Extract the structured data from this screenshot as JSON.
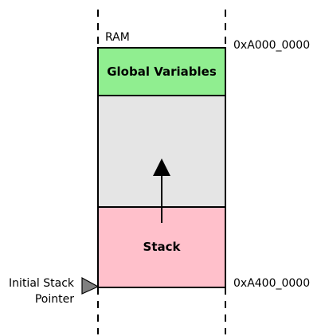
{
  "memory": {
    "title": "RAM",
    "start_address": "0xA000_0000",
    "end_address": "0xA400_0000"
  },
  "regions": {
    "globals": {
      "label": "Global Variables",
      "color": "#90ee90"
    },
    "free": {
      "label": "",
      "color": "#e5e5e5"
    },
    "stack": {
      "label": "Stack",
      "color": "#ffc0cb"
    }
  },
  "pointer": {
    "label_line1": "Initial Stack",
    "label_line2": "Pointer",
    "marker_color": "#808080"
  },
  "growth_arrow": {
    "direction": "up",
    "color": "#000000"
  }
}
